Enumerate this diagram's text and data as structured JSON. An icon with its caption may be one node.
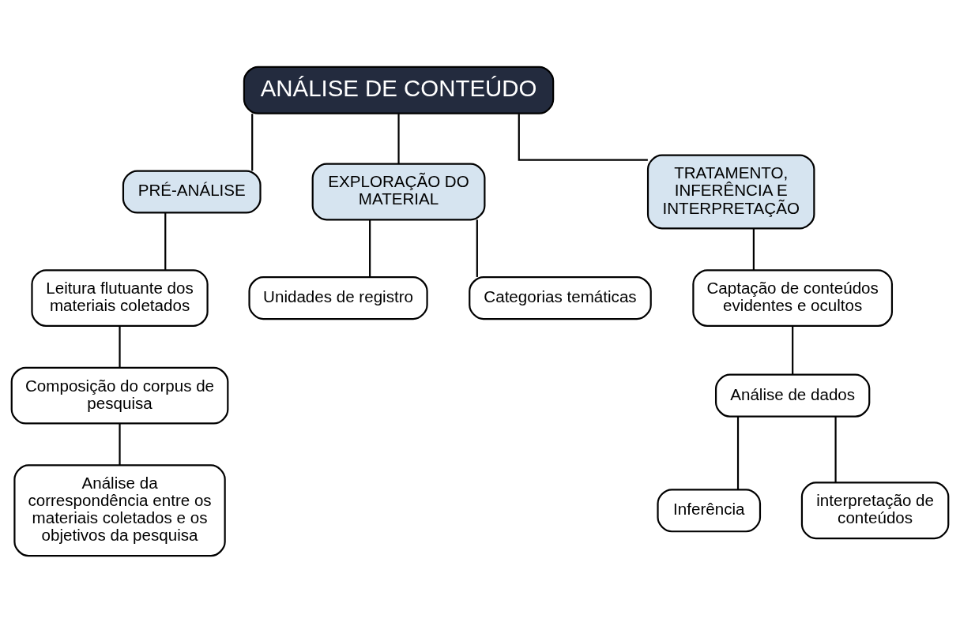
{
  "diagram": {
    "nodes": [
      {
        "text": [
          "ANÁLISE DE CONTEÚDO"
        ]
      },
      {
        "text": [
          "PRÉ-ANÁLISE"
        ]
      },
      {
        "text": [
          "EXPLORAÇÃO DO MATERIAL"
        ]
      },
      {
        "text": [
          "TRATAMENTO, INFERÊNCIA E INTERPRETAÇÃO"
        ]
      },
      {
        "text": [
          "Leitura flutuante dos materiais coletados"
        ]
      },
      {
        "text": [
          "Composição do corpus de pesquisa"
        ]
      },
      {
        "text": [
          "Análise da correspondência entre os materiais coletados e os objetivos da pesquisa"
        ]
      },
      {
        "text": [
          "Unidades de registro"
        ]
      },
      {
        "text": [
          "Categorias temáticas"
        ]
      },
      {
        "text": [
          "Captação de conteúdos evidentes e ocultos"
        ]
      },
      {
        "text": [
          "Análise de dados"
        ]
      },
      {
        "text": [
          "Inferência"
        ]
      },
      {
        "text": [
          "interpretação de conteúdos"
        ]
      }
    ],
    "edges": [
      {
        "from": 0,
        "to": 1,
        "arrow": "none"
      },
      {
        "from": 0,
        "to": 2,
        "arrow": "none"
      },
      {
        "from": 0,
        "to": 3,
        "arrow": "none"
      },
      {
        "from": 1,
        "to": 4,
        "arrow": "none"
      },
      {
        "from": 4,
        "to": 5,
        "arrow": "none"
      },
      {
        "from": 5,
        "to": 6,
        "arrow": "none"
      },
      {
        "from": 2,
        "to": 7,
        "arrow": "none"
      },
      {
        "from": 2,
        "to": 8,
        "arrow": "none"
      },
      {
        "from": 3,
        "to": 9,
        "arrow": "none"
      },
      {
        "from": 9,
        "to": 10,
        "arrow": "none"
      },
      {
        "from": 10,
        "to": 11,
        "arrow": "none"
      },
      {
        "from": 10,
        "to": 12,
        "arrow": "none"
      }
    ]
  }
}
